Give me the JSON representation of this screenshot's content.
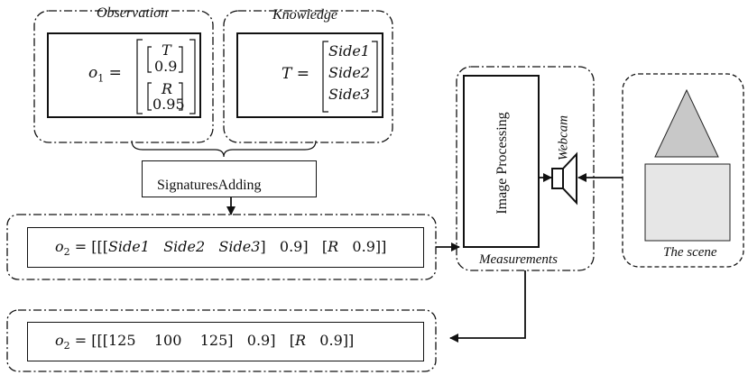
{
  "groups": {
    "observation_label": "Observation",
    "knowledge_label": "Knowledge",
    "signatures_adding_label": "SignaturesAdding",
    "image_processing_label": "Image Processing",
    "webcam_label": "Webcam",
    "measurements_label": "Measurements",
    "scene_label": "The scene"
  },
  "observation_equation": {
    "lhs": "o",
    "lhs_sub": "1",
    "equals": "=",
    "entry1": "T",
    "value1": "0.9",
    "entry2": "R",
    "value2": "0.95"
  },
  "knowledge_equation": {
    "lhs": "T =",
    "side1": "Side1",
    "side2": "Side2",
    "side3": "Side3"
  },
  "combined_observation": {
    "lhs": "o",
    "lhs_sub": "2",
    "expr_prefix": "= [[[",
    "s1": "Side1",
    "s2": "Side2",
    "s3": "Side3",
    "close1": "]",
    "v1": "0.9]",
    "open_r": "[",
    "r": "R",
    "v2": "0.9]]"
  },
  "measured_observation": {
    "lhs": "o",
    "lhs_sub": "2",
    "expr_prefix": "= [[[125",
    "m2": "100",
    "m3": "125]",
    "v1": "0.9]",
    "open_r": "[",
    "r": "R",
    "v2": "0.9]]"
  },
  "colors": {
    "stroke": "#111111",
    "triangle_fill": "#c8c8c8",
    "square_fill": "#e6e6e6"
  }
}
